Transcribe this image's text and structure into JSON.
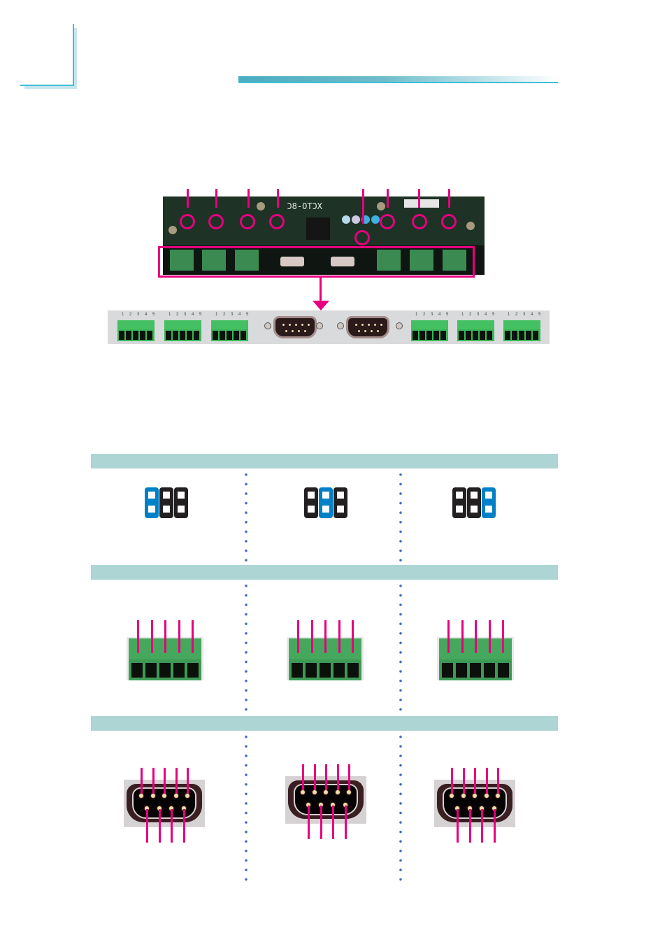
{
  "page": {
    "accent_color": "#3fbfd4",
    "callout_color": "#e6007e",
    "section_bar_color": "#acd5d3",
    "jumper_on_color": "#0080c6",
    "jumper_off_color": "#231f20"
  },
  "board_photo": {
    "silkscreen": "XCTO-8C",
    "callout_count": 8
  },
  "io_strip": {
    "terminal_pin_labels": [
      "1 2 3 4 5",
      "1 2 3 4 5",
      "1 2 3 4 5",
      "1 2 3 4 5",
      "1 2 3 4 5",
      "1 2 3 4 5"
    ]
  },
  "jumper_rows": [
    {
      "settings": [
        {
          "blocks": [
            "on",
            "off",
            "off"
          ]
        },
        {
          "blocks": [
            "off",
            "on",
            "off"
          ]
        },
        {
          "blocks": [
            "off",
            "off",
            "on"
          ]
        }
      ]
    }
  ],
  "terminal_row": {
    "pin_count": 5,
    "columns": 3
  },
  "db9_row": {
    "top_pins": 5,
    "bottom_pins": 4,
    "columns": 3
  }
}
